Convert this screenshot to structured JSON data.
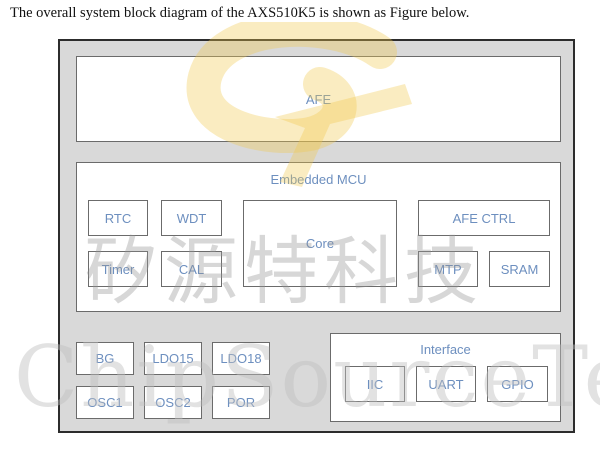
{
  "caption": "The overall system block diagram of the AXS510K5 is shown as Figure below.",
  "afe": "AFE",
  "mcu": {
    "title": "Embedded MCU",
    "rtc": "RTC",
    "wdt": "WDT",
    "core": "Core",
    "afe_ctrl": "AFE CTRL",
    "timer": "Timer",
    "cal": "CAL",
    "mtp": "MTP",
    "sram": "SRAM"
  },
  "power": {
    "bg": "BG",
    "ldo15": "LDO15",
    "ldo18": "LDO18",
    "osc1": "OSC1",
    "osc2": "OSC2",
    "por": "POR"
  },
  "interface": {
    "title": "Interface",
    "iic": "IIC",
    "uart": "UART",
    "gpio": "GPIO"
  },
  "watermark": {
    "chinese": "矽源特科技",
    "english": "ChipSourceTek"
  },
  "colors": {
    "block_text": "#6d8fbf",
    "outer_fill": "#d9d9d9",
    "logo_yellow": "#f2c94c"
  }
}
